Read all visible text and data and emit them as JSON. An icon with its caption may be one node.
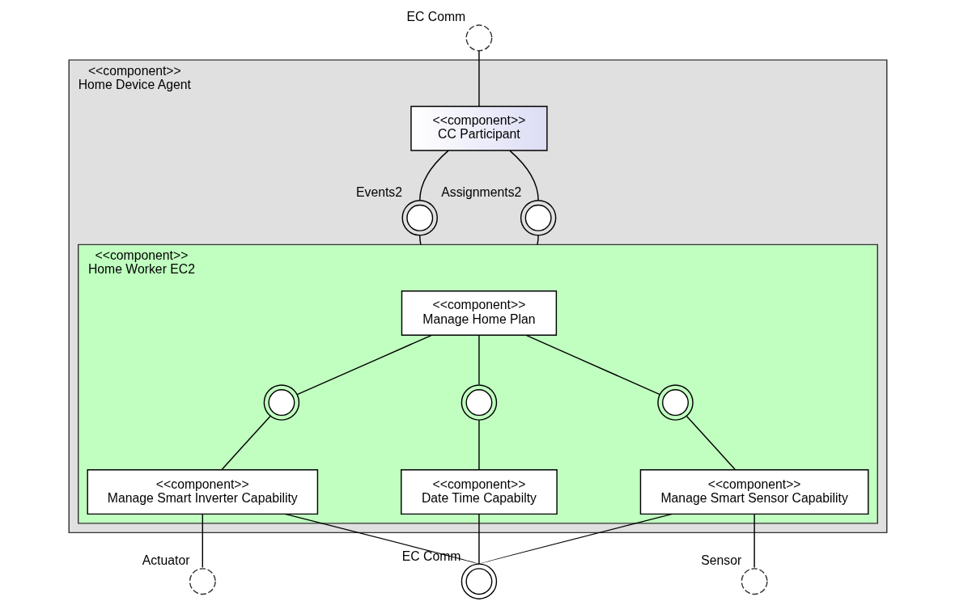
{
  "diagram": {
    "nodes": [
      {
        "text": [
          "<<component>>",
          "Home Device Agent"
        ]
      },
      {
        "text": [
          "<<component>>",
          "CC Participant"
        ],
        "in": 0
      },
      {
        "text": [],
        "shape": "circle",
        "beside": [
          "Events2"
        ],
        "in": 0
      },
      {
        "text": [],
        "shape": "circle",
        "beside": [
          "Assignments2"
        ],
        "in": 0
      },
      {
        "text": [
          "<<component>>",
          "Home Worker EC2"
        ],
        "in": 0
      },
      {
        "text": [
          "<<component>>",
          "Manage Home Plan"
        ],
        "in": 4
      },
      {
        "text": [
          "<<component>>",
          "Date Time Capabilty"
        ],
        "in": 4
      },
      {
        "text": [
          "<<component>>",
          "Manage Smart Inverter Capability"
        ],
        "in": 4
      },
      {
        "text": [
          "<<component>>",
          "Manage Smart Sensor Capability"
        ],
        "in": 4
      },
      {
        "text": [],
        "shape": "circle",
        "in": 4
      },
      {
        "text": [],
        "shape": "circle",
        "in": 4
      },
      {
        "text": [],
        "shape": "circle",
        "in": 4
      },
      {
        "text": [],
        "shape": "arc",
        "beside": [
          "EC Comm"
        ]
      },
      {
        "text": [],
        "shape": "circle",
        "beside": [
          "EC Comm"
        ]
      },
      {
        "text": [],
        "shape": "arc",
        "beside": [
          "Sensor"
        ]
      },
      {
        "text": [],
        "shape": "arc",
        "beside": [
          "Actuator"
        ]
      }
    ],
    "edges": [
      {
        "from": 12,
        "to": 1,
        "arrow": "none"
      },
      {
        "from": 1,
        "to": 2,
        "arrow": "none"
      },
      {
        "from": 1,
        "to": 3,
        "arrow": "none"
      },
      {
        "from": 2,
        "to": 4,
        "arrow": "none"
      },
      {
        "from": 3,
        "to": 4,
        "arrow": "none"
      },
      {
        "from": 5,
        "to": 9,
        "arrow": "none"
      },
      {
        "from": 9,
        "to": 7,
        "arrow": "none"
      },
      {
        "from": 5,
        "to": 10,
        "arrow": "none"
      },
      {
        "from": 10,
        "to": 6,
        "arrow": "none"
      },
      {
        "from": 5,
        "to": 11,
        "arrow": "none"
      },
      {
        "from": 11,
        "to": 8,
        "arrow": "none"
      },
      {
        "from": 6,
        "to": 13,
        "arrow": "none"
      },
      {
        "from": 7,
        "to": 13,
        "arrow": "none"
      },
      {
        "from": 8,
        "to": 13,
        "arrow": "none"
      },
      {
        "from": 8,
        "to": 14,
        "arrow": "none"
      },
      {
        "from": 7,
        "to": 15,
        "arrow": "none"
      }
    ]
  }
}
